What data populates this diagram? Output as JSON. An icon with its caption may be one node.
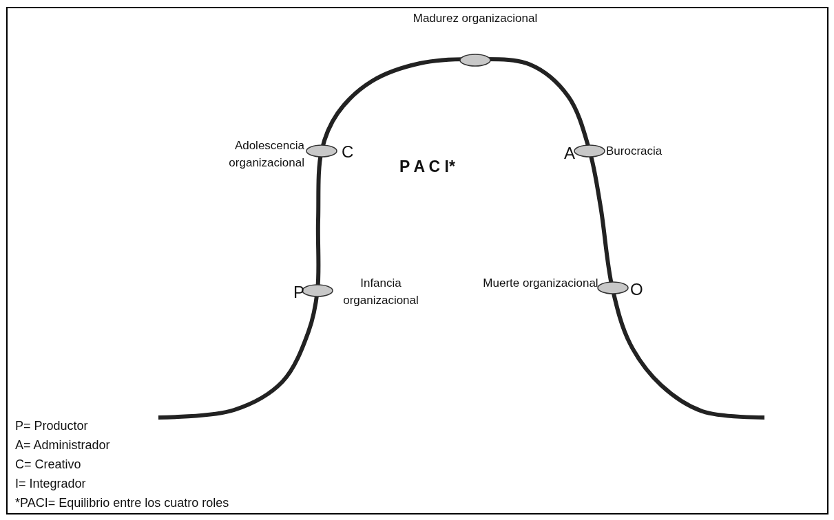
{
  "diagram": {
    "nodes": [
      {
        "text": [],
        "shape": "ellipse",
        "beside": [
          "Madurez organizacional"
        ]
      },
      {
        "text": [],
        "shape": "ellipse",
        "beside": [
          "Adolescencia organizacional",
          "C"
        ]
      },
      {
        "text": [],
        "shape": "ellipse",
        "beside": [
          "A",
          "Burocracia"
        ]
      },
      {
        "text": [],
        "shape": "ellipse",
        "beside": [
          "P",
          "Infancia organizacional"
        ]
      },
      {
        "text": [],
        "shape": "ellipse",
        "beside": [
          "Muerte organizacional",
          "O"
        ]
      }
    ],
    "labels": [
      "P A C I*",
      "P= Productor",
      "A= Administrador",
      "C= Creativo",
      "I= Integrador",
      "*PACI= Equilibrio entre los cuatro roles"
    ]
  }
}
